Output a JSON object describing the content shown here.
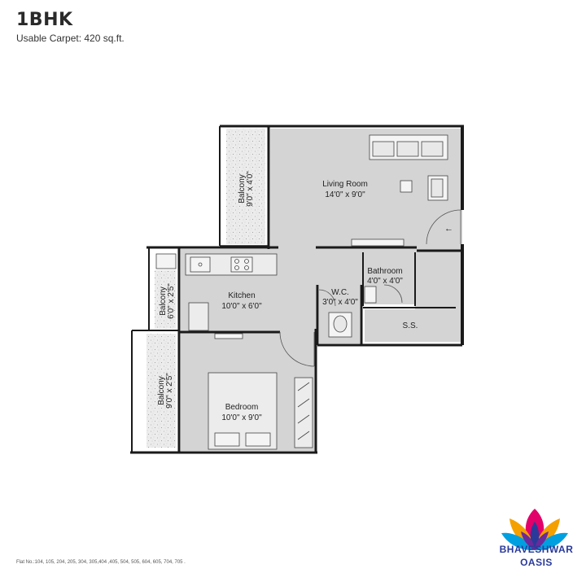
{
  "header": {
    "title": "1BHK",
    "subtitle": "Usable Carpet: 420 sq.ft."
  },
  "rooms": {
    "living_room": {
      "name": "Living Room",
      "size": "14'0\" x 9'0\""
    },
    "kitchen": {
      "name": "Kitchen",
      "size": "10'0\" x 6'0\""
    },
    "bedroom": {
      "name": "Bedroom",
      "size": "10'0\" x 9'0\""
    },
    "bathroom": {
      "name": "Bathroom",
      "size": "4'0\" x 4'0\""
    },
    "wc": {
      "name": "W.C.",
      "size": "3'0\" x 4'0\""
    },
    "ss": {
      "name": "S.S."
    },
    "balcony_top": {
      "name": "Balcony",
      "size": "9'0\" x 4'0\""
    },
    "balcony_mid": {
      "name": "Balcony",
      "size": "6'0\" x 2'5\""
    },
    "balcony_bottom": {
      "name": "Balcony",
      "size": "9'0\" x 2'5\""
    }
  },
  "brand": {
    "line1": "BHAVESHWAR",
    "line2": "OASIS",
    "logo_icon": "lotus-icon",
    "colors": [
      "#e2006a",
      "#f4a000",
      "#2a3a9a",
      "#6a2a9a",
      "#00a0e0"
    ]
  },
  "footer": {
    "flat_numbers": "Flat No.:104, 105, 204, 205, 304, 305,404 ,405, 504, 505, 604, 605, 704, 705 ."
  },
  "colors": {
    "floor": "#d6d6d6",
    "wall": "#1a1a1a",
    "balcony": "#e8e8e8"
  }
}
